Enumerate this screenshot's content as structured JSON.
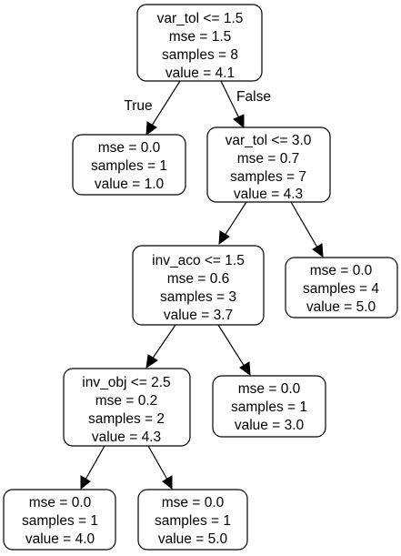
{
  "tree": {
    "nodes": {
      "n0": {
        "lines": [
          "var_tol <= 1.5",
          "mse = 1.5",
          "samples = 8",
          "value = 4.1"
        ]
      },
      "n1": {
        "lines": [
          "mse = 0.0",
          "samples = 1",
          "value = 1.0"
        ]
      },
      "n2": {
        "lines": [
          "var_tol <= 3.0",
          "mse = 0.7",
          "samples = 7",
          "value = 4.3"
        ]
      },
      "n3": {
        "lines": [
          "inv_aco <= 1.5",
          "mse = 0.6",
          "samples = 3",
          "value = 3.7"
        ]
      },
      "n4": {
        "lines": [
          "mse = 0.0",
          "samples = 4",
          "value = 5.0"
        ]
      },
      "n5": {
        "lines": [
          "inv_obj <= 2.5",
          "mse = 0.2",
          "samples = 2",
          "value = 4.3"
        ]
      },
      "n6": {
        "lines": [
          "mse = 0.0",
          "samples = 1",
          "value = 3.0"
        ]
      },
      "n7": {
        "lines": [
          "mse = 0.0",
          "samples = 1",
          "value = 4.0"
        ]
      },
      "n8": {
        "lines": [
          "mse = 0.0",
          "samples = 1",
          "value = 5.0"
        ]
      }
    },
    "edges": [
      {
        "from": "n0",
        "to": "n1",
        "label": "True"
      },
      {
        "from": "n0",
        "to": "n2",
        "label": "False"
      },
      {
        "from": "n2",
        "to": "n3",
        "label": ""
      },
      {
        "from": "n2",
        "to": "n4",
        "label": ""
      },
      {
        "from": "n3",
        "to": "n5",
        "label": ""
      },
      {
        "from": "n3",
        "to": "n6",
        "label": ""
      },
      {
        "from": "n5",
        "to": "n7",
        "label": ""
      },
      {
        "from": "n5",
        "to": "n8",
        "label": ""
      }
    ]
  }
}
